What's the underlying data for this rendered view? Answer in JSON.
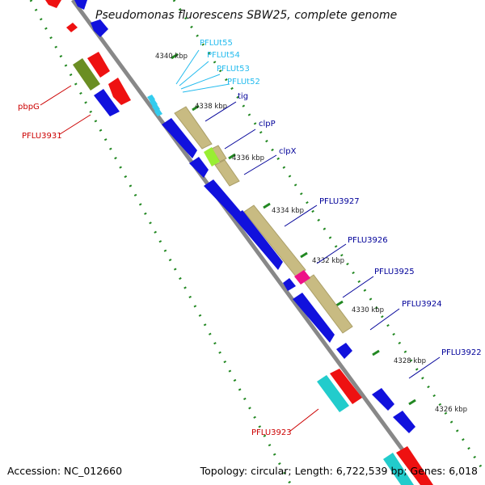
{
  "title": "Pseudomonas fluorescens SBW25, complete genome",
  "footer": {
    "accession": "Accession: NC_012660",
    "summary": "Topology: circular; Length: 6,722,539 bp; Genes: 6,018"
  },
  "ticks": [
    "4340 kbp",
    "4338 kbp",
    "4336 kbp",
    "4334 kbp",
    "4332 kbp",
    "4330 kbp",
    "4328 kbp",
    "4326 kbp"
  ],
  "gene_labels": {
    "PFLUt55": "PFLUt55",
    "PFLUt54": "PFLUt54",
    "PFLUt53": "PFLUt53",
    "PFLUt52": "PFLUt52",
    "tig": "tig",
    "clpP": "clpP",
    "clpX": "clpX",
    "PFLU3927": "PFLU3927",
    "PFLU3926": "PFLU3926",
    "PFLU3925": "PFLU3925",
    "PFLU3924": "PFLU3924",
    "PFLU3922": "PFLU3922",
    "pbpG": "pbpG",
    "PFLU3931": "PFLU3931",
    "PFLU3923": "PFLU3923"
  },
  "colors": {
    "cds": "#1111dd",
    "trna": "#33ccee",
    "gc_skew": "#228822",
    "gene_annot": "#c8bb82",
    "red_feature": "#ee1111",
    "cyan_feature": "#22cccc",
    "olive_feature": "#6b8e23",
    "magenta_feature": "#ee1188",
    "lime_feature": "#99ee33",
    "backbone": "#888888",
    "label_blue": "#000099",
    "label_red": "#cc0000",
    "label_cyan": "#22bbee"
  }
}
